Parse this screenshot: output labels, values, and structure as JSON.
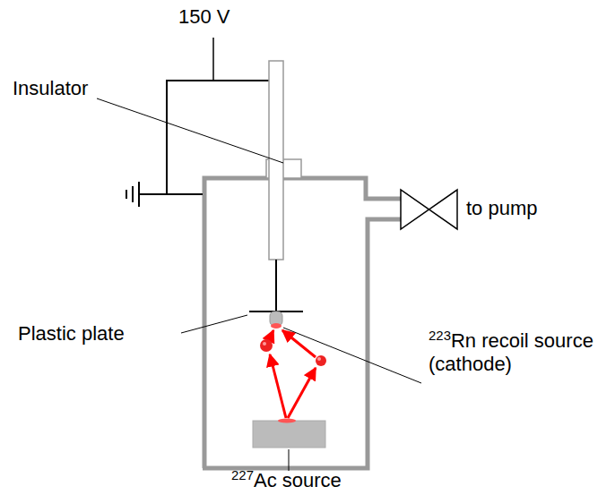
{
  "diagram": {
    "labels": [
      "150 V",
      "Insulator",
      "to pump",
      "Plastic plate",
      "223Rn recoil source (cathode)",
      "227Ac source"
    ]
  }
}
